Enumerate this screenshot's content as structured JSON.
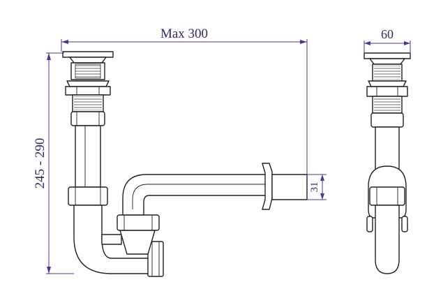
{
  "dimensions": {
    "max_length": "Max 300",
    "height_range": "245 - 290",
    "outlet_diameter": "31",
    "side_width": "60"
  },
  "colors": {
    "dimension": "#3b3b9a",
    "outline": "#222222"
  }
}
